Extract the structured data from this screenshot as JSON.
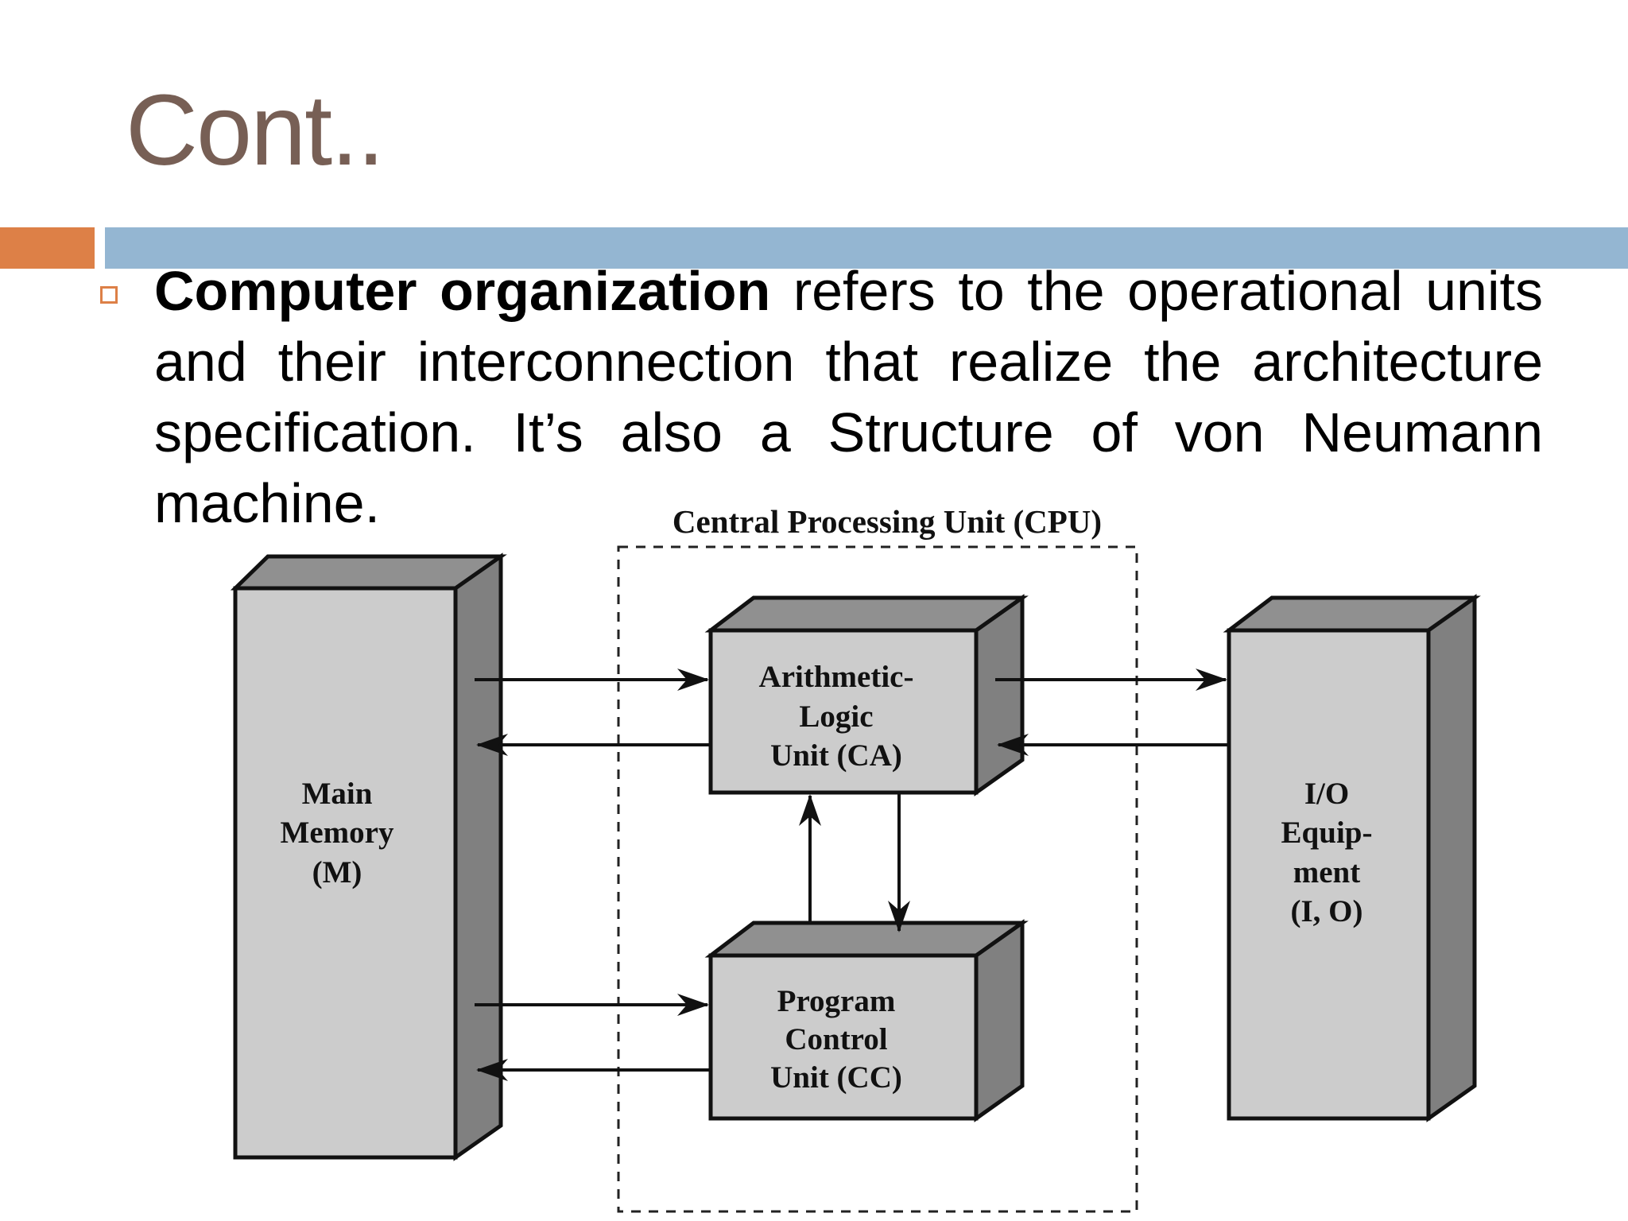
{
  "slide": {
    "title": "Cont..",
    "bullet": {
      "bold_lead": "Computer organization",
      "text": " refers to the operational units and their interconnection that realize the architecture specification. It’s also a Structure of von Neumann machine."
    }
  },
  "colors": {
    "title": "#775f55",
    "accent_orange": "#dd8047",
    "accent_blue": "#94b6d2",
    "box_face": "#cccccc",
    "box_side": "#808080",
    "box_top": "#909090"
  },
  "diagram": {
    "cpu_label": "Central Processing Unit (CPU)",
    "main_memory": [
      "Main",
      "Memory",
      "(M)"
    ],
    "alu": [
      "Arithmetic-",
      "Logic",
      "Unit (CA)"
    ],
    "pcu": [
      "Program",
      "Control",
      "Unit (CC)"
    ],
    "io": [
      "I/O",
      "Equip-",
      "ment",
      "(I, O)"
    ]
  }
}
